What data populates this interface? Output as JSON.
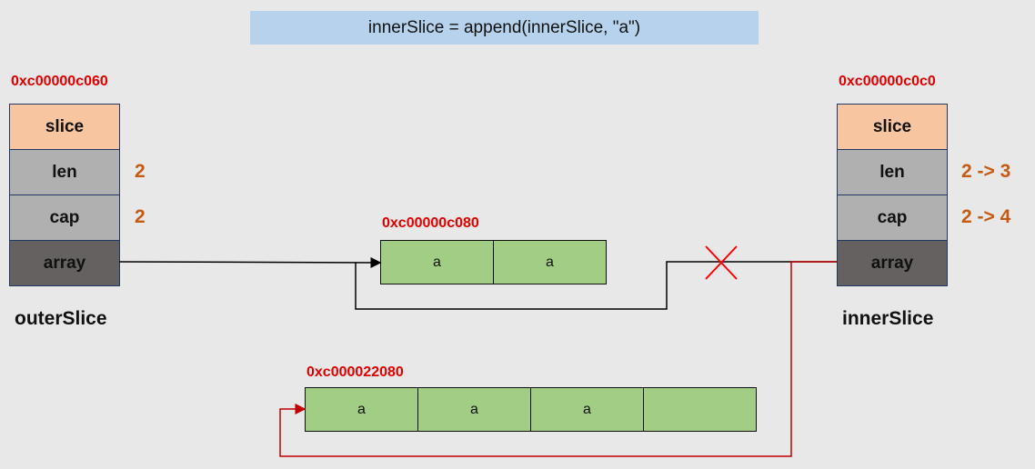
{
  "title": "innerSlice = append(innerSlice, \"a\")",
  "outer": {
    "address": "0xc00000c060",
    "rows": [
      "slice",
      "len",
      "cap",
      "array"
    ],
    "len_value": "2",
    "cap_value": "2",
    "name": "outerSlice"
  },
  "inner": {
    "address": "0xc00000c0c0",
    "rows": [
      "slice",
      "len",
      "cap",
      "array"
    ],
    "len_value": "2 -> 3",
    "cap_value": "2 -> 4",
    "name": "innerSlice"
  },
  "array1": {
    "address": "0xc00000c080",
    "cells": [
      "a",
      "a"
    ]
  },
  "array2": {
    "address": "0xc000022080",
    "cells": [
      "a",
      "a",
      "a",
      ""
    ]
  },
  "colors": {
    "pointer_old": "#000000",
    "pointer_new": "#c00000",
    "cross": "#ff0000"
  }
}
